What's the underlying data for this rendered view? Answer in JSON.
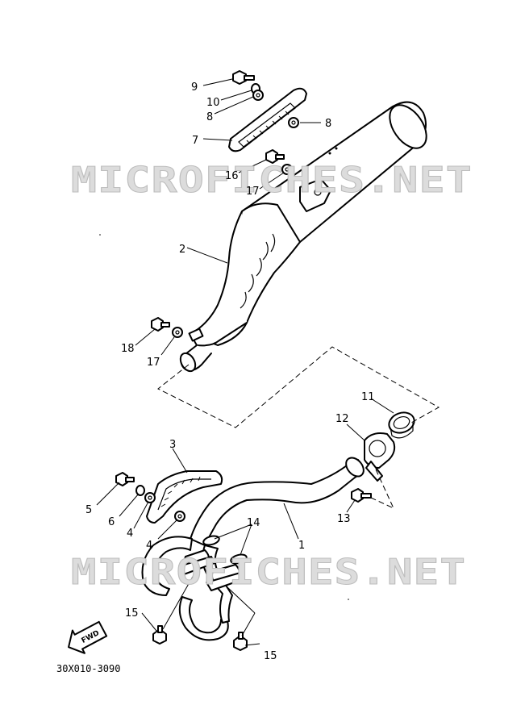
{
  "watermark": "MICROFICHES.NET",
  "diagram_code": "30X010-3090",
  "fwd_label": "FWD",
  "callouts": {
    "c1": "1",
    "c2": "2",
    "c3": "3",
    "c4a": "4",
    "c4b": "4",
    "c5": "5",
    "c6": "6",
    "c7": "7",
    "c8a": "8",
    "c8b": "8",
    "c9": "9",
    "c10": "10",
    "c11": "11",
    "c12": "12",
    "c13": "13",
    "c14": "14",
    "c15a": "15",
    "c15b": "15",
    "c16": "16",
    "c17a": "17",
    "c17b": "17",
    "c18": "18"
  }
}
